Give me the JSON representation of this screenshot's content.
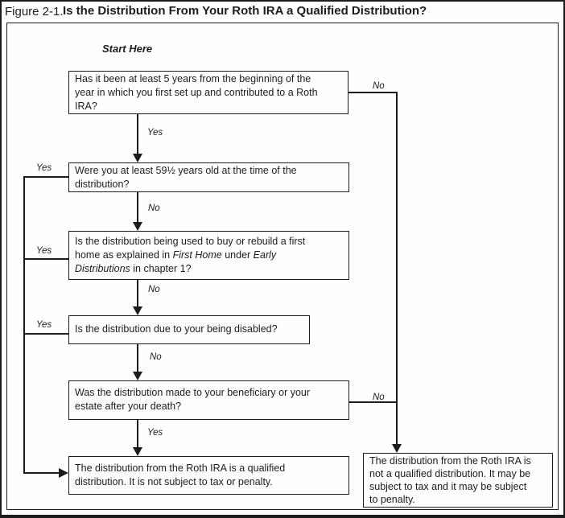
{
  "figure": {
    "label": "Figure 2-1.",
    "title": "Is the Distribution From Your Roth IRA a Qualified Distribution?"
  },
  "colors": {
    "ink": "#1c1c1c",
    "background": "#fefefe"
  },
  "flow": {
    "start_label": "Start Here",
    "edge_labels": {
      "yes": "Yes",
      "no": "No"
    },
    "boxes": {
      "q1": "Has it been at least 5 years from the beginning of the\nyear in which you first set up and contributed to a Roth\nIRA?",
      "q2": "Were you at least 59½ years old at the time of the\ndistribution?",
      "q3_segments": [
        {
          "t": "Is the distribution being used to buy or rebuild a first\nhome as explained in ",
          "i": false
        },
        {
          "t": "First Home",
          "i": true
        },
        {
          "t": " under ",
          "i": false
        },
        {
          "t": "Early\nDistributions",
          "i": true
        },
        {
          "t": " in chapter 1?",
          "i": false
        }
      ],
      "q4": "Is the distribution due to your being disabled?",
      "q5": "Was the distribution made to your beneficiary or your\nestate after your death?",
      "result_qualified": "The distribution from the Roth IRA is a qualified\ndistribution. It is not subject to tax or penalty.",
      "result_not_qualified": "The distribution from the Roth IRA is\nnot a qualified distribution. It may be\nsubject to tax and it may be subject\nto penalty."
    }
  }
}
